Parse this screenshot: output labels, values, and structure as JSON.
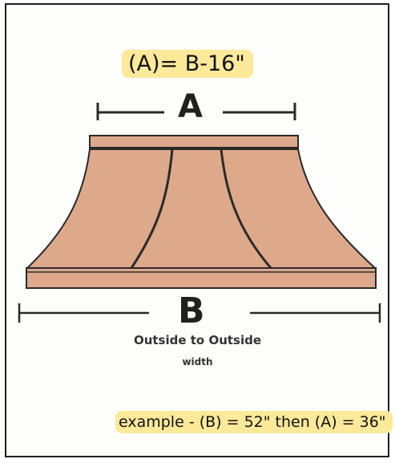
{
  "formula": "(A)= B-16\"",
  "labels": {
    "a": "A",
    "b": "B"
  },
  "caption": {
    "line1": "Outside to Outside",
    "line2": "width"
  },
  "example": "example -  (B) = 52\" then  (A) = 36\"",
  "colors": {
    "copper": "#dea98a",
    "outline": "#2a2a2a",
    "highlight": "#fde99a"
  }
}
